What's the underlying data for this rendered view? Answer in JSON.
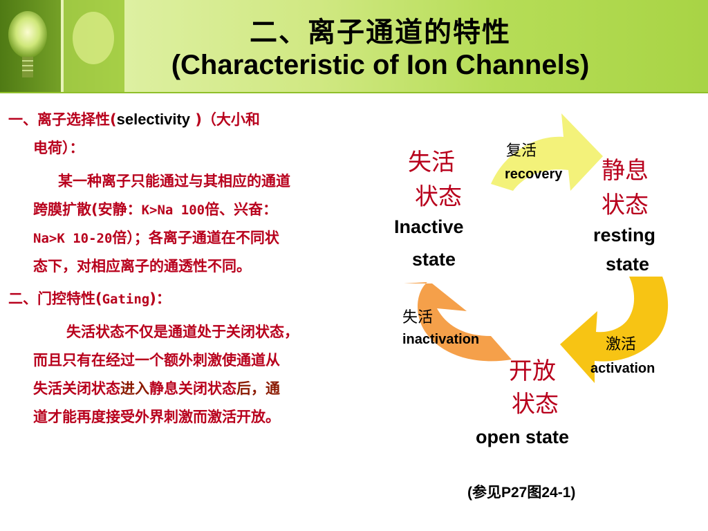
{
  "header": {
    "title_zh": "二、离子通道的特性",
    "title_en": "(Characteristic of Ion Channels)"
  },
  "body": {
    "line1a": "一、离子选择性(",
    "line1b": "selectivity",
    "line1c": " )（大小和",
    "line2": "电荷）：",
    "line3": "某一种离子只能通过与其相应的通道",
    "line4a": "跨膜扩散(安静：",
    "line4b": "K>Na 100",
    "line4c": "倍、兴奋：",
    "line5a": "Na>K 10-20",
    "line5b": "倍）；各离子通道在不同状",
    "line6": "态下，对相应离子的通透性不同。",
    "line7a": "二、门控特性(",
    "line7b": "Gating",
    "line7c": ")：",
    "line8": "失活状态不仅是通道处于关闭状态，",
    "line9": "而且只有在经过一个额外刺激使通道从",
    "line10a": "失活关闭状态",
    "line10b": "进入",
    "line10c": "静息关闭状态",
    "line10d": "后，通",
    "line11": "道才能再度接受外界刺激而激活开放。"
  },
  "diagram": {
    "inactive_zh_1": "失活",
    "inactive_zh_2": "状态",
    "inactive_en_1": "Inactive",
    "inactive_en_2": "state",
    "resting_zh_1": "静息",
    "resting_zh_2": "状态",
    "resting_en_1": "resting",
    "resting_en_2": "state",
    "open_zh_1": "开放",
    "open_zh_2": "状态",
    "open_en": "open state",
    "recovery_zh": "复活",
    "recovery_en": "recovery",
    "activation_zh": "激活",
    "activation_en": "activation",
    "inactivation_zh": "失活",
    "inactivation_en": "inactivation"
  },
  "colors": {
    "header_green": "#b6dd57",
    "red_text": "#b8001c",
    "recovery_arrow": "#f3f27a",
    "activation_arrow": "#f7c414",
    "inactivation_arrow": "#f5a04a"
  },
  "icons": [
    "light-bulb-photo"
  ],
  "footer": {
    "reference": "(参见P27图24-1)"
  }
}
